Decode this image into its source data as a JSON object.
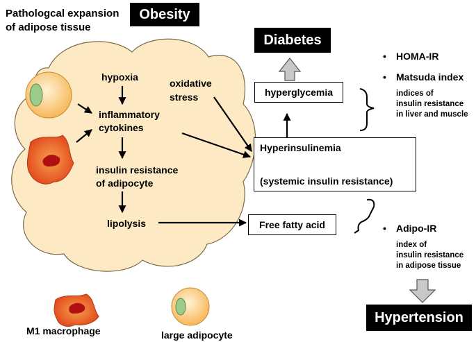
{
  "header": {
    "caption": "Pathologcal expansion\nof adipose tissue",
    "obesity": "Obesity"
  },
  "cloud": {
    "hypoxia": "hypoxia",
    "oxidative_stress": "oxidative\nstress",
    "inflammatory_cytokines": "inflammatory\ncytokines",
    "insulin_resistance_adipocyte": "insulin resistance\nof adipocyte",
    "lipolysis": "lipolysis"
  },
  "outcomes": {
    "diabetes": "Diabetes",
    "hyperglycemia": "hyperglycemia",
    "hyperinsulinemia": "Hyperinsulinemia",
    "systemic_ir": "(systemic insulin resistance)",
    "free_fatty_acid": "Free fatty acid",
    "hypertension": "Hypertension"
  },
  "indices": {
    "homa_ir": "HOMA-IR",
    "matsuda": "Matsuda index",
    "liver_muscle_note": "indices of\ninsulin resistance\nin liver and muscle",
    "adipo_ir": "Adipo-IR",
    "adipose_note": "index of\ninsulin resistance\nin adipose tissue",
    "bullet": "•"
  },
  "legend": {
    "m1_macrophage": "M1 macrophage",
    "large_adipocyte": "large adipocyte"
  },
  "colors": {
    "cloud_fill": "#fde9c4",
    "adipocyte_fill": "#fbc97a",
    "nucleus_green": "#9ccc8a",
    "macrophage_red": "#e8561f",
    "up_arrow_gray": "#c8c8c8"
  }
}
